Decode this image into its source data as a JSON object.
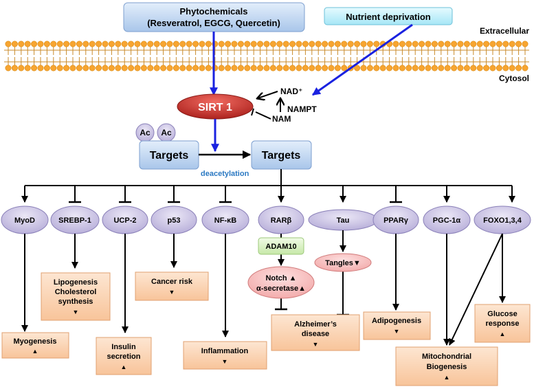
{
  "inputs": {
    "phytochemicals_line1": "Phytochemicals",
    "phytochemicals_line2": "(Resveratrol, EGCG, Quercetin)",
    "nutrient_deprivation": "Nutrient deprivation"
  },
  "membrane": {
    "extracellular": "Extracellular",
    "cytosol": "Cytosol"
  },
  "core": {
    "sirt1": "SIRT 1",
    "nad": "NAD⁺",
    "nampt": "NAMPT",
    "nam": "NAM",
    "ac1": "Ac",
    "ac2": "Ac",
    "targets_acetylated": "Targets",
    "targets_deacetylated": "Targets",
    "deacetylation": "deacetylation"
  },
  "targets": {
    "myod": "MyoD",
    "srebp1": "SREBP-1",
    "ucp2": "UCP-2",
    "p53": "p53",
    "nfkb": "NF-κB",
    "rarb": "RARβ",
    "tau": "Tau",
    "pparg": "PPARγ",
    "pgc1a": "PGC-1α",
    "foxo": "FOXO1,3,4"
  },
  "intermediates": {
    "adam10": "ADAM10",
    "notch_line1": "Notch ▲",
    "notch_line2": "α-secretase▲",
    "tangles": "Tangles▼"
  },
  "outcomes": {
    "myogenesis": "Myogenesis",
    "myogenesis_arrow": "▲",
    "lipogenesis_line1": "Lipogenesis",
    "lipogenesis_line2": "Cholesterol",
    "lipogenesis_line3": "synthesis",
    "lipogenesis_arrow": "▼",
    "insulin_line1": "Insulin",
    "insulin_line2": "secretion",
    "insulin_arrow": "▲",
    "cancer": "Cancer risk",
    "cancer_arrow": "▼",
    "inflammation": "Inflammation",
    "inflammation_arrow": "▼",
    "alzheimers_line1": "Alzheimer’s",
    "alzheimers_line2": "disease",
    "alzheimers_arrow": "▼",
    "adipogenesis": "Adipogenesis",
    "adipogenesis_arrow": "▼",
    "mito_line1": "Mitochondrial",
    "mito_line2": "Biogenesis",
    "mito_arrow": "▲",
    "glucose_line1": "Glucose",
    "glucose_line2": "response",
    "glucose_arrow": "▲"
  },
  "colors": {
    "activation_arrow": "#1a22e0",
    "sirt1_fill": "#c8302c",
    "target_box": "#c5d9f1",
    "outcome_box": "#fcd5b4",
    "node_ellipse": "#c9c3e3",
    "adam10_box": "#d8f0c0",
    "pink_ellipse": "#f8c4c4",
    "membrane_head": "#f7a531"
  }
}
